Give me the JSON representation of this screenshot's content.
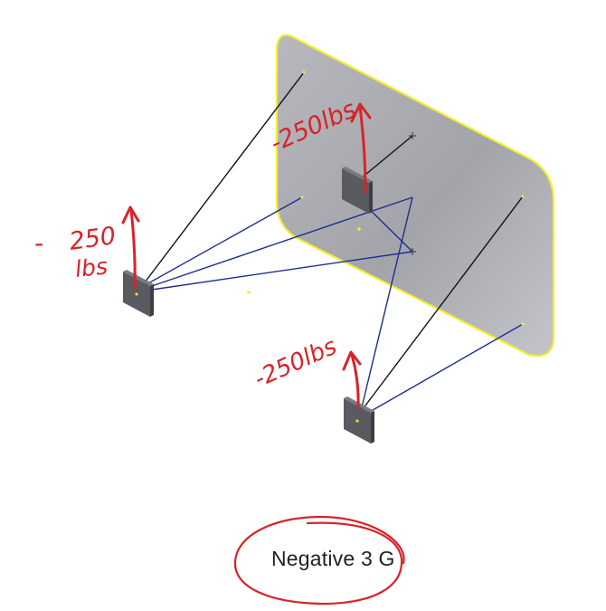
{
  "annotations": {
    "top_force": "-250lbs",
    "left_force_sign": "-",
    "left_force_value": "250",
    "left_force_unit": "lbs",
    "bottom_force": "-250lbs",
    "caption": "Negative 3 G"
  },
  "colors": {
    "panel_fill": "#a9aab0",
    "panel_outline": "#f2ee2c",
    "cable_black": "#111111",
    "cable_blue": "#1f2d8f",
    "block": "#55565b",
    "annotation_red": "#d8232a"
  }
}
